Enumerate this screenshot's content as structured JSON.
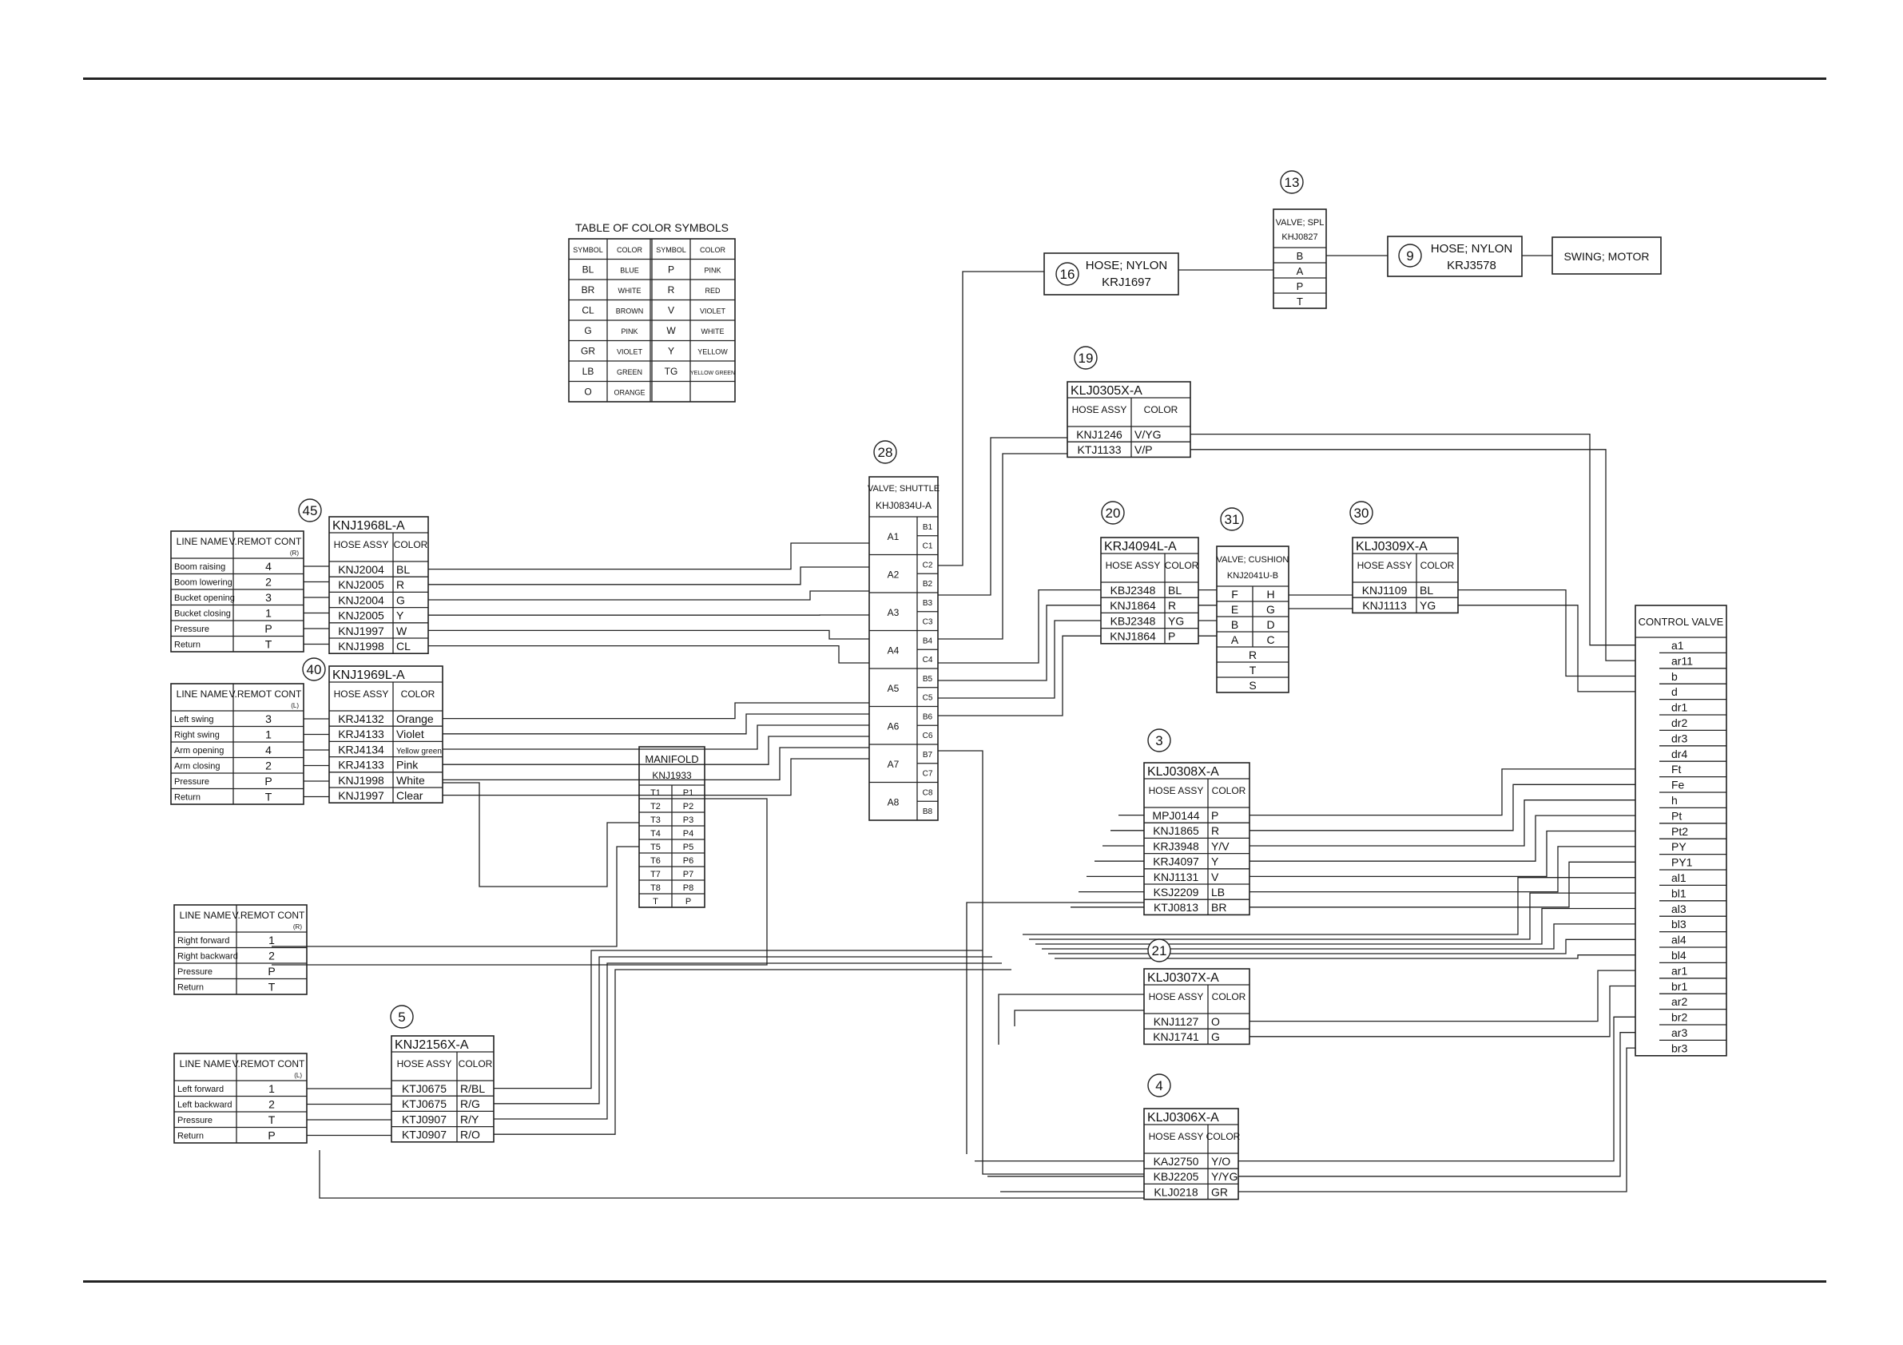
{
  "color_table": {
    "title": "TABLE OF COLOR SYMBOLS",
    "headers": [
      "SYMBOL",
      "COLOR",
      "SYMBOL",
      "COLOR"
    ],
    "rows": [
      [
        "BL",
        "BLUE",
        "P",
        "PINK"
      ],
      [
        "BR",
        "WHITE",
        "R",
        "RED"
      ],
      [
        "CL",
        "BROWN",
        "V",
        "VIOLET"
      ],
      [
        "G",
        "PINK",
        "W",
        "WHITE"
      ],
      [
        "GR",
        "VIOLET",
        "Y",
        "YELLOW"
      ],
      [
        "LB",
        "GREEN",
        "TG",
        "YELLOW GREEN"
      ],
      [
        "O",
        "ORANGE",
        "",
        ""
      ]
    ]
  },
  "line_tables": [
    {
      "headers": [
        "LINE NAME",
        "V.REMOT CONT",
        "(R)"
      ],
      "rows": [
        [
          "Boom raising",
          "4"
        ],
        [
          "Boom lowering",
          "2"
        ],
        [
          "Bucket opening",
          "3"
        ],
        [
          "Bucket closing",
          "1"
        ],
        [
          "Pressure",
          "P"
        ],
        [
          "Return",
          "T"
        ]
      ]
    },
    {
      "headers": [
        "LINE NAME",
        "V.REMOT CONT",
        "(L)"
      ],
      "rows": [
        [
          "Left swing",
          "3"
        ],
        [
          "Right swing",
          "1"
        ],
        [
          "Arm opening",
          "4"
        ],
        [
          "Arm closing",
          "2"
        ],
        [
          "Pressure",
          "P"
        ],
        [
          "Return",
          "T"
        ]
      ]
    },
    {
      "headers": [
        "LINE NAME",
        "V.REMOT CONT",
        "(R)"
      ],
      "rows": [
        [
          "Right forward",
          "1"
        ],
        [
          "Right backward",
          "2"
        ],
        [
          "Pressure",
          "P"
        ],
        [
          "Return",
          "T"
        ]
      ]
    },
    {
      "headers": [
        "LINE NAME",
        "V.REMOT CONT",
        "(L)"
      ],
      "rows": [
        [
          "Left forward",
          "1"
        ],
        [
          "Left backward",
          "2"
        ],
        [
          "Pressure",
          "T"
        ],
        [
          "Return",
          "P"
        ]
      ]
    }
  ],
  "hose_tables": [
    {
      "num": "45",
      "title": "KNJ1968L-A",
      "headers": [
        "HOSE ASSY",
        "COLOR"
      ],
      "rows": [
        [
          "KNJ2004",
          "BL"
        ],
        [
          "KNJ2005",
          "R"
        ],
        [
          "KNJ2004",
          "G"
        ],
        [
          "KNJ2005",
          "Y"
        ],
        [
          "KNJ1997",
          "W"
        ],
        [
          "KNJ1998",
          "CL"
        ]
      ]
    },
    {
      "num": "40",
      "title": "KNJ1969L-A",
      "headers": [
        "HOSE ASSY",
        "COLOR"
      ],
      "rows": [
        [
          "KRJ4132",
          "Orange"
        ],
        [
          "KRJ4133",
          "Violet"
        ],
        [
          "KRJ4134",
          "Yellow green"
        ],
        [
          "KRJ4133",
          "Pink"
        ],
        [
          "KNJ1998",
          "White"
        ],
        [
          "KNJ1997",
          "Clear"
        ]
      ]
    },
    {
      "num": "5",
      "title": "KNJ2156X-A",
      "headers": [
        "HOSE ASSY",
        "COLOR"
      ],
      "rows": [
        [
          "KTJ0675",
          "R/BL"
        ],
        [
          "KTJ0675",
          "R/G"
        ],
        [
          "KTJ0907",
          "R/Y"
        ],
        [
          "KTJ0907",
          "R/O"
        ]
      ]
    },
    {
      "num": "19",
      "title": "KLJ0305X-A",
      "headers": [
        "HOSE ASSY",
        "COLOR"
      ],
      "rows": [
        [
          "KNJ1246",
          "V/YG"
        ],
        [
          "KTJ1133",
          "V/P"
        ]
      ]
    },
    {
      "num": "20",
      "title": "KRJ4094L-A",
      "headers": [
        "HOSE ASSY",
        "COLOR"
      ],
      "rows": [
        [
          "KBJ2348",
          "BL"
        ],
        [
          "KNJ1864",
          "R"
        ],
        [
          "KBJ2348",
          "YG"
        ],
        [
          "KNJ1864",
          "P"
        ]
      ]
    },
    {
      "num": "30",
      "title": "KLJ0309X-A",
      "headers": [
        "HOSE ASSY",
        "COLOR"
      ],
      "rows": [
        [
          "KNJ1109",
          "BL"
        ],
        [
          "KNJ1113",
          "YG"
        ]
      ]
    },
    {
      "num": "3",
      "title": "KLJ0308X-A",
      "headers": [
        "HOSE ASSY",
        "COLOR"
      ],
      "rows": [
        [
          "MPJ0144",
          "P"
        ],
        [
          "KNJ1865",
          "R"
        ],
        [
          "KRJ3948",
          "Y/V"
        ],
        [
          "KRJ4097",
          "Y"
        ],
        [
          "KNJ1131",
          "V"
        ],
        [
          "KSJ2209",
          "LB"
        ],
        [
          "KTJ0813",
          "BR"
        ]
      ]
    },
    {
      "num": "21",
      "title": "KLJ0307X-A",
      "headers": [
        "HOSE ASSY",
        "COLOR"
      ],
      "rows": [
        [
          "KNJ1127",
          "O"
        ],
        [
          "KNJ1741",
          "G"
        ]
      ]
    },
    {
      "num": "4",
      "title": "KLJ0306X-A",
      "headers": [
        "HOSE ASSY",
        "COLOR"
      ],
      "rows": [
        [
          "KAJ2750",
          "Y/O"
        ],
        [
          "KBJ2205",
          "Y/YG"
        ],
        [
          "KLJ0218",
          "GR"
        ]
      ]
    }
  ],
  "manifold": {
    "title": "MANIFOLD",
    "part": "KNJ1933",
    "rows": [
      [
        "T1",
        "P1"
      ],
      [
        "T2",
        "P2"
      ],
      [
        "T3",
        "P3"
      ],
      [
        "T4",
        "P4"
      ],
      [
        "T5",
        "P5"
      ],
      [
        "T6",
        "P6"
      ],
      [
        "T7",
        "P7"
      ],
      [
        "T8",
        "P8"
      ],
      [
        "T",
        "P"
      ]
    ]
  },
  "shuttle_valve": {
    "num": "28",
    "title": "VALVE; SHUTTLE",
    "part": "KHJ0834U-A",
    "a_ports": [
      "A1",
      "A2",
      "A3",
      "A4",
      "A5",
      "A6",
      "A7",
      "A8"
    ],
    "right_ports": [
      "B1",
      "C1",
      "C2",
      "B2",
      "B3",
      "C3",
      "B4",
      "C4",
      "B5",
      "C5",
      "B6",
      "C6",
      "B7",
      "C7",
      "C8",
      "B8"
    ]
  },
  "cushion_valve": {
    "num": "31",
    "title": "VALVE; CUSHION",
    "part": "KNJ2041U-B",
    "rows": [
      [
        "F",
        "H"
      ],
      [
        "E",
        "G"
      ],
      [
        "B",
        "D"
      ],
      [
        "A",
        "C"
      ]
    ],
    "bottom": [
      "R",
      "T",
      "S"
    ]
  },
  "spl_valve": {
    "num": "13",
    "title": "VALVE; SPL",
    "part": "KHJ0827",
    "ports": [
      "B",
      "A",
      "P",
      "T"
    ]
  },
  "hose_16": {
    "num": "16",
    "line1": "HOSE; NYLON",
    "line2": "KRJ1697"
  },
  "hose_9": {
    "num": "9",
    "line1": "HOSE; NYLON",
    "line2": "KRJ3578"
  },
  "swing_motor": {
    "label": "SWING; MOTOR"
  },
  "control_valve": {
    "title": "CONTROL VALVE",
    "ports": [
      "a1",
      "ar11",
      "b",
      "d",
      "dr1",
      "dr2",
      "dr3",
      "dr4",
      "Ft",
      "Fe",
      "h",
      "Pt",
      "Pt2",
      "PY",
      "PY1",
      "al1",
      "bl1",
      "al3",
      "bl3",
      "al4",
      "bl4",
      "ar1",
      "br1",
      "ar2",
      "br2",
      "ar3",
      "br3"
    ]
  }
}
